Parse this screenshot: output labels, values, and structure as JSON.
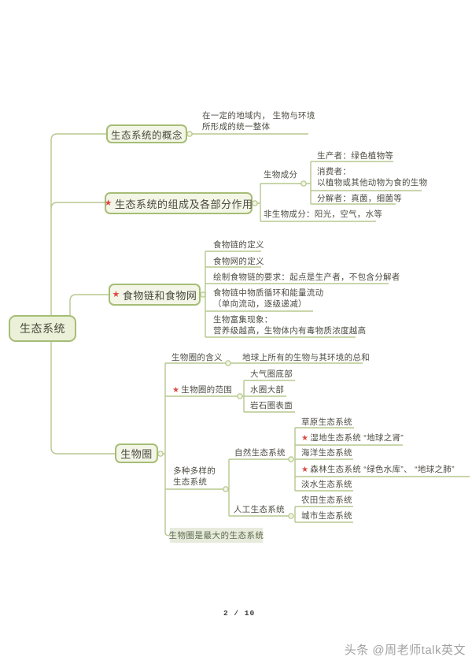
{
  "page": {
    "page_number": "2 / 10",
    "watermark": "头条 @周老师talk英文"
  },
  "glyphs": {
    "star": "★"
  },
  "colors": {
    "connector_line": "#b7c88f",
    "box_border": "#a6bd76",
    "box_fill": "#f3f6e6",
    "root_fill": "#ebf1d8",
    "text": "#4e4d44",
    "star": "#da4a42",
    "highlight_fill": "#e7ebdc"
  },
  "map": {
    "root": "生态系统",
    "concept": {
      "title": "生态系统的概念",
      "definition_line1": "在一定的地域内， 生物与环境",
      "definition_line2": "所形成的统一整体"
    },
    "composition": {
      "title": "生态系统的组成及各部分作用",
      "biotic": {
        "label": "生物成分",
        "producer": "生产者：绿色植物等",
        "consumer_line1": "消费者：",
        "consumer_line2": "以植物或其他动物为食的生物",
        "decomposer": "分解者：真菌，细菌等"
      },
      "abiotic": "非生物成分：阳光，空气，水等"
    },
    "foodchain": {
      "title": "食物链和食物网",
      "chain_def": "食物链的定义",
      "web_def": "食物网的定义",
      "drawing_rule": "绘制食物链的要求：起点是生产者，不包含分解者",
      "flow_line1": "食物链中物质循环和能量流动",
      "flow_line2": "（单向流动，逐级递减）",
      "enrichment_line1": "生物富集现象：",
      "enrichment_line2": "营养级越高，生物体内有毒物质浓度越高"
    },
    "biosphere": {
      "title": "生物圈",
      "meaning_label": "生物圈的含义",
      "meaning_def": "地球上所有的生物与其环境的总和",
      "range_label": "生物圈的范围",
      "range_items": [
        "大气圈底部",
        "水圈大部",
        "岩石圈表面"
      ],
      "variety_line1": "多种多样的",
      "variety_line2": "生态系统",
      "natural_label": "自然生态系统",
      "natural_items": [
        "草原生态系统",
        "湿地生态系统 “地球之肾”",
        "海洋生态系统",
        "森林生态系统 “绿色水库”、 “地球之肺”",
        "淡水生态系统"
      ],
      "artificial_label": "人工生态系统",
      "artificial_items": [
        "农田生态系统",
        "城市生态系统"
      ],
      "largest": "生物圈是最大的生态系统"
    }
  }
}
